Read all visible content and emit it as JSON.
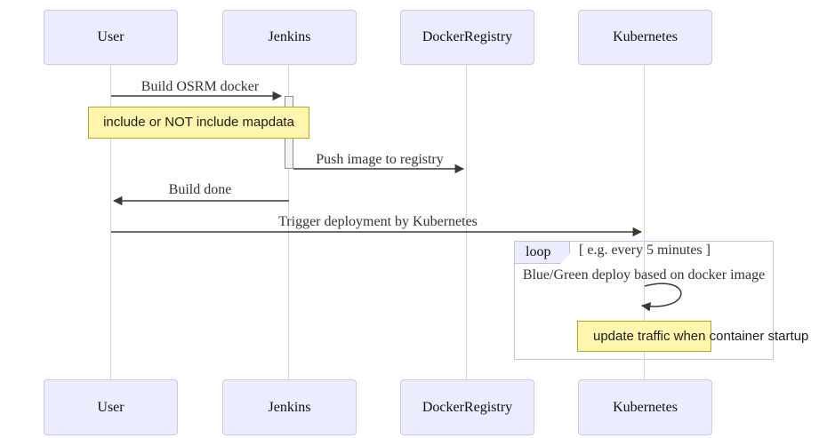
{
  "actors": [
    {
      "label": "User"
    },
    {
      "label": "Jenkins"
    },
    {
      "label": "DockerRegistry"
    },
    {
      "label": "Kubernetes"
    }
  ],
  "messages": {
    "build": "Build OSRM docker",
    "push": "Push image to registry",
    "done": "Build done",
    "trigger": "Trigger deployment by Kubernetes",
    "self_deploy": "Blue/Green deploy based on docker image"
  },
  "notes": {
    "mapdata": "include or NOT include mapdata",
    "traffic": "update traffic when container startup"
  },
  "loop": {
    "label": "loop",
    "condition": "[ e.g. every 5 minutes ]"
  },
  "colors": {
    "actor_fill": "#ECECFF",
    "actor_border": "#C8C8F0",
    "note_fill": "#FFF5AD",
    "note_border": "#AAAA33",
    "loop_border": "#C3C3E8",
    "signal": "#383838",
    "lifeline": "#D5D5D5",
    "activation_fill": "#F4F4F4",
    "activation_border": "#8F8F8F",
    "text": "#333333"
  }
}
